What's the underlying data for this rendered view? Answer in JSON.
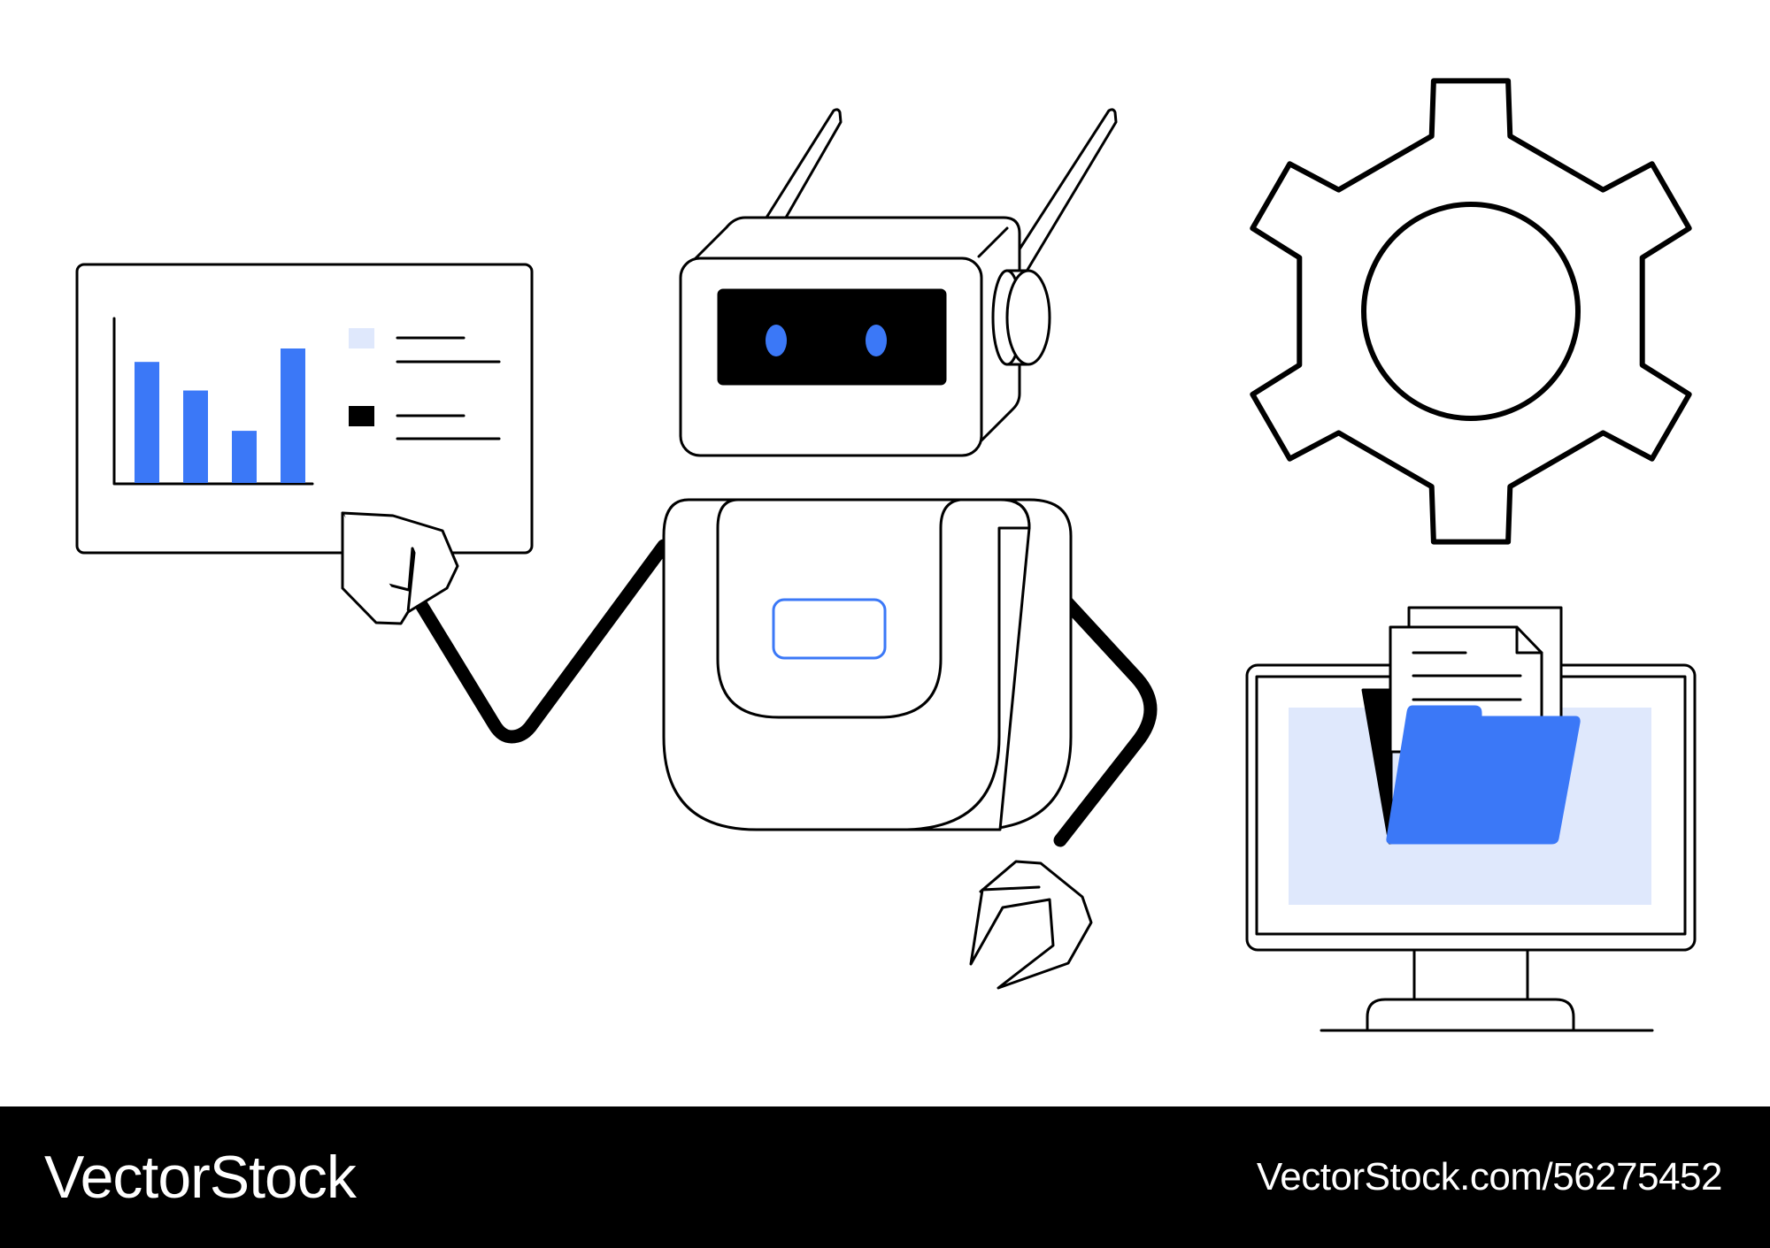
{
  "colors": {
    "accent_blue": "#3b78f7",
    "light_blue": "#dfe8fc",
    "ink": "#000000",
    "paper": "#ffffff"
  },
  "icons": [
    "robot-icon",
    "chart-board-icon",
    "gear-icon",
    "monitor-icon",
    "folder-icon",
    "document-icon"
  ],
  "chart_board": {
    "bar_levels": [
      0.72,
      0.55,
      0.31,
      0.8
    ]
  },
  "footer": {
    "logo_text": "VectorStock",
    "url_text": "VectorStock.com/56275452"
  }
}
